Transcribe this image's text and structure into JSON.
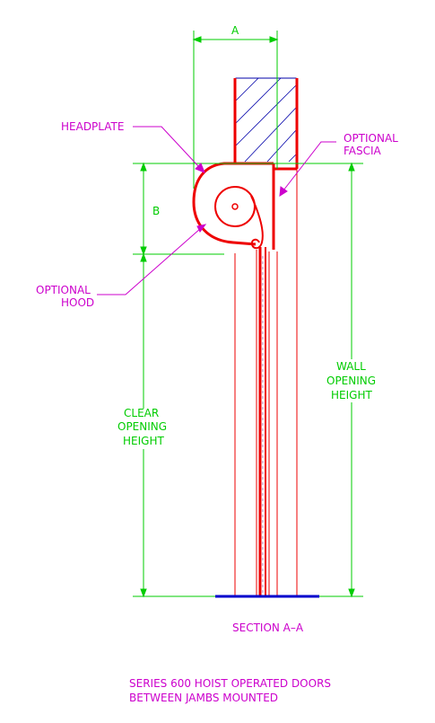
{
  "labels": {
    "dim_a": "A",
    "dim_b": "B",
    "headplate": "HEADPLATE",
    "optional_fascia_1": "OPTIONAL",
    "optional_fascia_2": "FASCIA",
    "optional_hood_1": "OPTIONAL",
    "optional_hood_2": "HOOD",
    "clear_1": "CLEAR",
    "clear_2": "OPENING",
    "clear_3": "HEIGHT",
    "wall_1": "WALL",
    "wall_2": "OPENING",
    "wall_3": "HEIGHT",
    "section": "SECTION A–A",
    "title_1": "SERIES 600 HOIST OPERATED DOORS",
    "title_2": "BETWEEN JAMBS MOUNTED"
  },
  "colors": {
    "dimension": "#00cc00",
    "annotation": "#cc00cc",
    "structure": "#ee0000",
    "hatch": "#0000aa",
    "floor": "#0000cc"
  }
}
